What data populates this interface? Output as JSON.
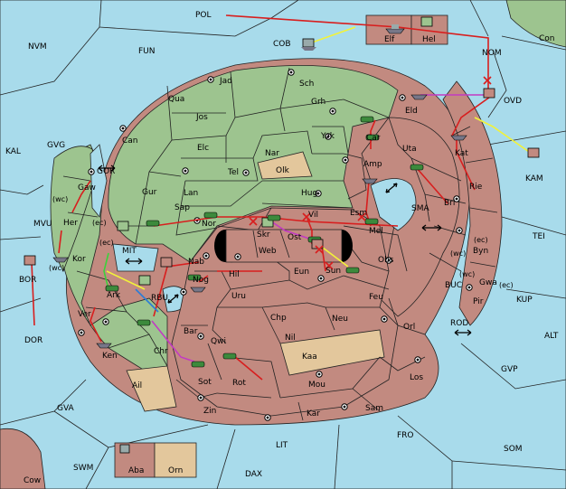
{
  "colors": {
    "sea": "#a8dbeb",
    "green_power": "#9dc48f",
    "red_power": "#c28a80",
    "neutral": "#e3c79c",
    "order_move": "#d81e1e",
    "order_support": "#f2f23a",
    "order_convoy": "#c23bc2",
    "order_alt": "#3bd13b"
  },
  "labels": {
    "POL": "POL",
    "COB": "COB",
    "Elf": "Elf",
    "Hel": "Hel",
    "Con": "Con",
    "NVM": "NVM",
    "FUN": "FUN",
    "NOM": "NOM",
    "OVD": "OVD",
    "KAM": "KAM",
    "Jad": "Jad",
    "Sch": "Sch",
    "Qua": "Qua",
    "Jos": "Jos",
    "Grh": "Grh",
    "Eld": "Eld",
    "Can": "Can",
    "Elc": "Elc",
    "Nar": "Nar",
    "Yok": "Yok",
    "Car": "Car",
    "Uta": "Uta",
    "Kat": "Kat",
    "Rie": "Rie",
    "KAL": "KAL",
    "GVG": "GVG",
    "GOR": "GOR",
    "Gaw": "Gaw",
    "Tel": "Tel",
    "Olk": "Olk",
    "Amp": "Amp",
    "Gur": "Gur",
    "Lan": "Lan",
    "Hug": "Hug",
    "Bri": "Bri",
    "SMA": "SMA",
    "Her": "Her",
    "MVU": "MVU",
    "wc": "(wc)",
    "ec": "(ec)",
    "Sap": "Sap",
    "Nor": "Nor",
    "Skr": "Skr",
    "Vil": "Vil",
    "Esm": "Esm",
    "Mel": "Mel",
    "Byn": "Byn",
    "TEI": "TEI",
    "Kor": "Kor",
    "MIT": "MIT",
    "Web": "Web",
    "Ost": "Ost",
    "Obs": "Obs",
    "BOR": "BOR",
    "Nab": "Nab",
    "Hil": "Hil",
    "Eun": "Eun",
    "Sun": "Sun",
    "Gwa": "Gwa",
    "Ark": "Ark",
    "RBU": "RBU",
    "Nog": "Nog",
    "Uru": "Uru",
    "Feu": "Feu",
    "BUC": "BUC",
    "Pir": "Pir",
    "KUP": "KUP",
    "DOR": "DOR",
    "Ver": "Ver",
    "Chp": "Chp",
    "Neu": "Neu",
    "Orl": "Orl",
    "ROD": "ROD",
    "Bar": "Bar",
    "Qwi": "Qwi",
    "Nil": "Nil",
    "ALT": "ALT",
    "Ken": "Ken",
    "Chr": "Chr",
    "Kaa": "Kaa",
    "GVP": "GVP",
    "Los": "Los",
    "Ail": "Ail",
    "Sot": "Sot",
    "Rot": "Rot",
    "Mou": "Mou",
    "GVA": "GVA",
    "Zin": "Zin",
    "Kar": "Kar",
    "Sam": "Sam",
    "FRO": "FRO",
    "LIT": "LIT",
    "SOM": "SOM",
    "SWM": "SWM",
    "Aba": "Aba",
    "Orn": "Orn",
    "DAX": "DAX",
    "Cow": "Cow"
  }
}
